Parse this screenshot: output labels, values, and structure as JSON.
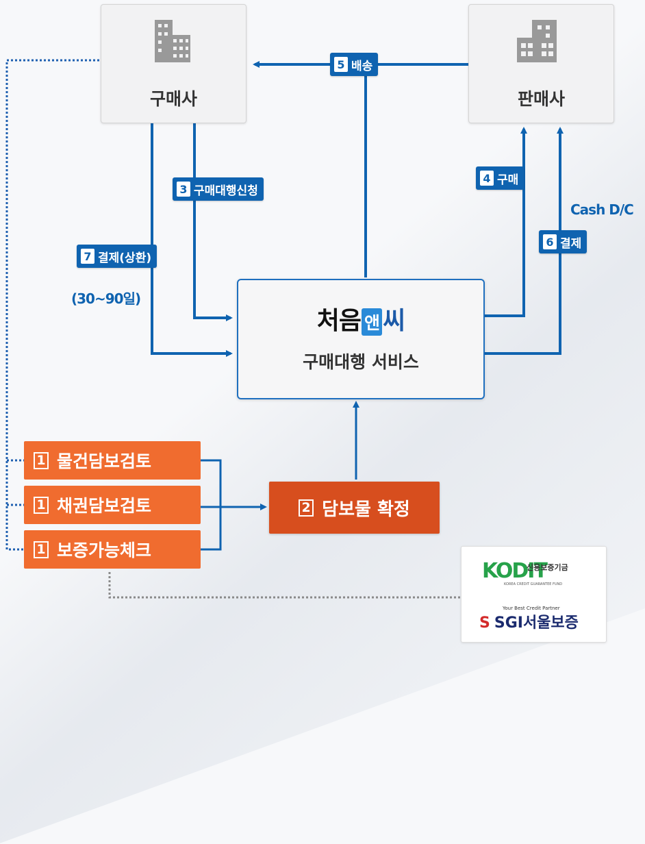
{
  "nodes": {
    "buyer": "구매사",
    "seller": "판매사",
    "service_logo": {
      "part1": "처음",
      "part2": "앤",
      "part3": "씨"
    },
    "service": "구매대행 서비스"
  },
  "steps": {
    "s1a": {
      "num": "1",
      "label": "물건담보검토"
    },
    "s1b": {
      "num": "1",
      "label": "채권담보검토"
    },
    "s1c": {
      "num": "1",
      "label": "보증가능체크"
    },
    "s2": {
      "num": "2",
      "label": "담보물 확정"
    },
    "s3": {
      "num": "3",
      "label": "구매대행신청"
    },
    "s4": {
      "num": "4",
      "label": "구매"
    },
    "s5": {
      "num": "5",
      "label": "배송"
    },
    "s6": {
      "num": "6",
      "label": "결제"
    },
    "s7": {
      "num": "7",
      "label": "결제(상환)"
    }
  },
  "notes": {
    "cash": "Cash D/C",
    "term": "(30~90일)"
  },
  "partners": {
    "kodit_logo": "KODIT",
    "kodit_name": "신용보증기금",
    "kodit_en": "KOREA CREDIT GUARANTEE FUND",
    "sgi_tagline": "Your Best Credit Partner",
    "sgi_name": "SGI서울보증"
  },
  "colors": {
    "blue": "#0f63b0",
    "orange": "#f06c2f",
    "dark_orange": "#d74e1e"
  }
}
